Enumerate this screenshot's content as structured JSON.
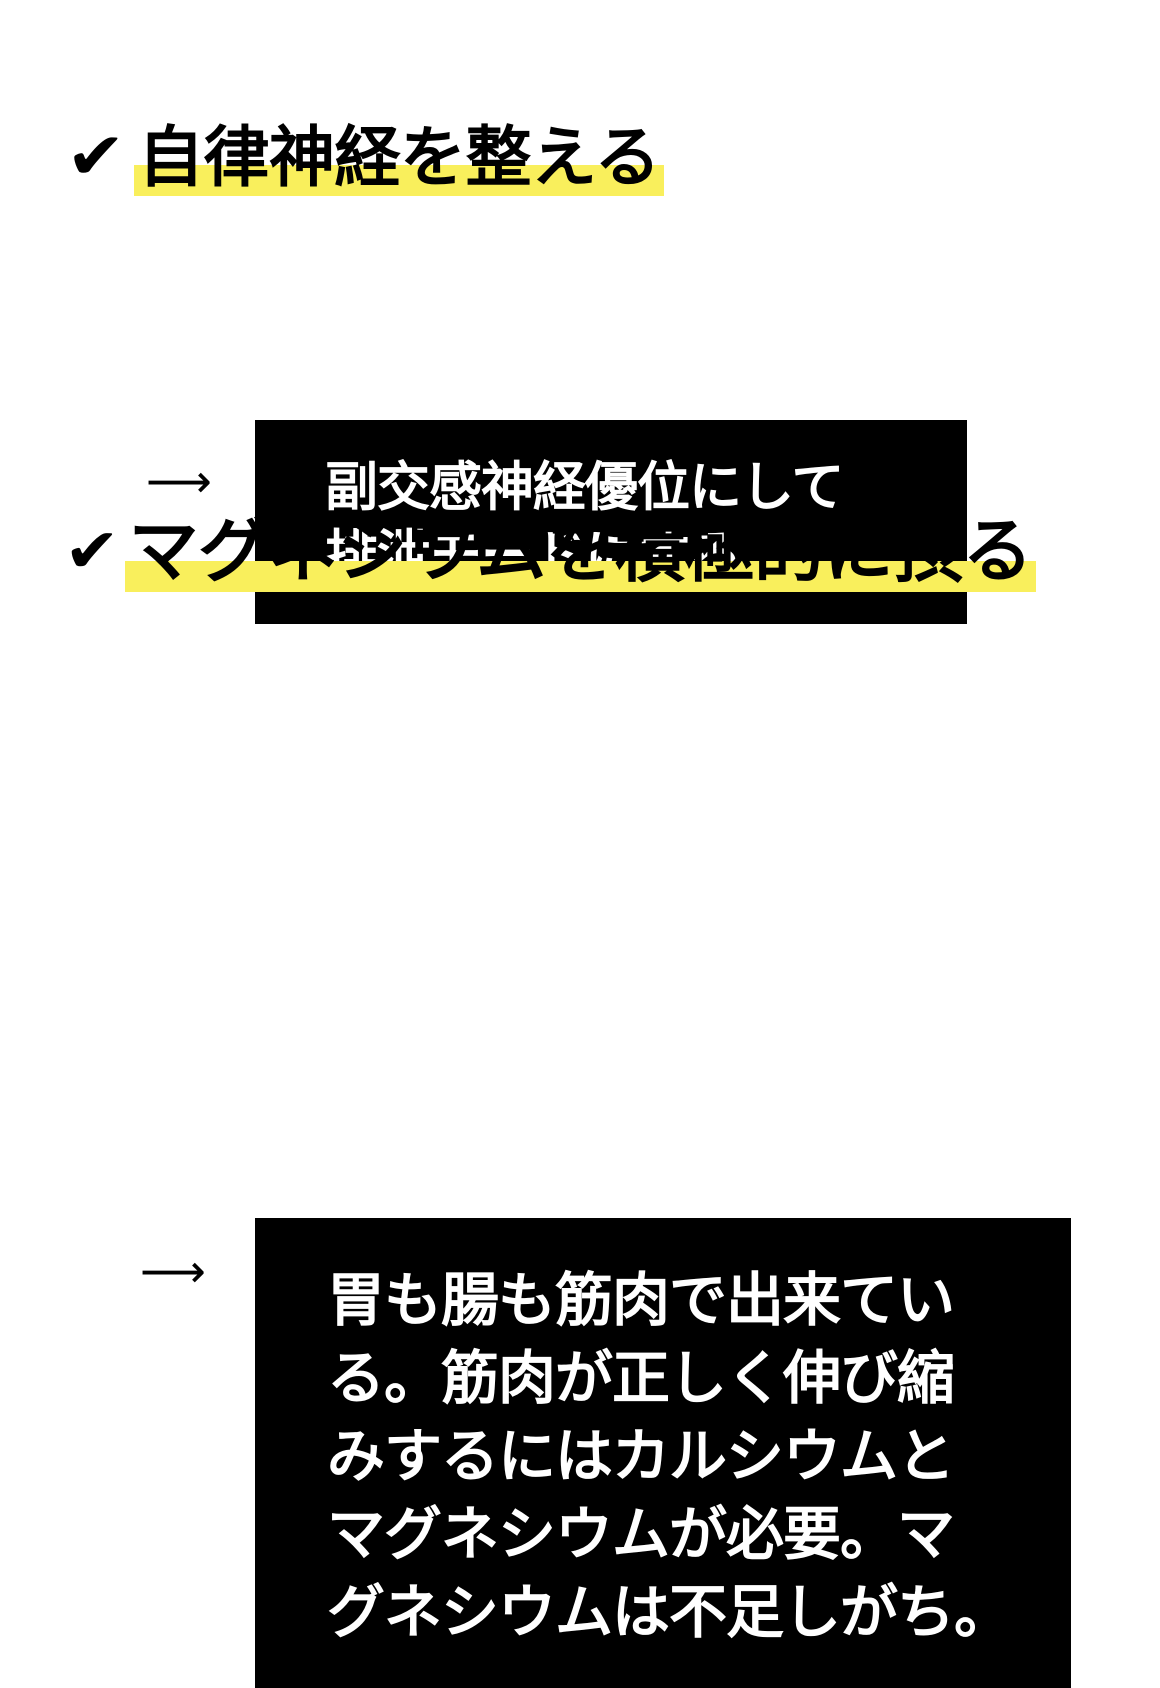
{
  "page": {
    "background_color": "#ffffff",
    "accent_highlight_color": "#f9ef5c",
    "box_background_color": "#000000",
    "box_text_color": "#ffffff",
    "text_color": "#000000"
  },
  "sections": [
    {
      "check_icon": "✔",
      "heading": "自律神経を整える",
      "arrow_icon": "⟶",
      "callout_lines": [
        "副交感神経優位にして",
        "排泄モードにする"
      ]
    },
    {
      "check_icon": "✔",
      "heading": "マグネシウムを積極的に摂る",
      "arrow_icon": "⟶",
      "callout_lines": [
        "胃も腸も筋肉で出来てい",
        "る。筋肉が正しく伸び縮",
        "みするにはカルシウムと",
        "マグネシウムが必要。マ",
        "グネシウムは不足しがち。"
      ]
    }
  ]
}
